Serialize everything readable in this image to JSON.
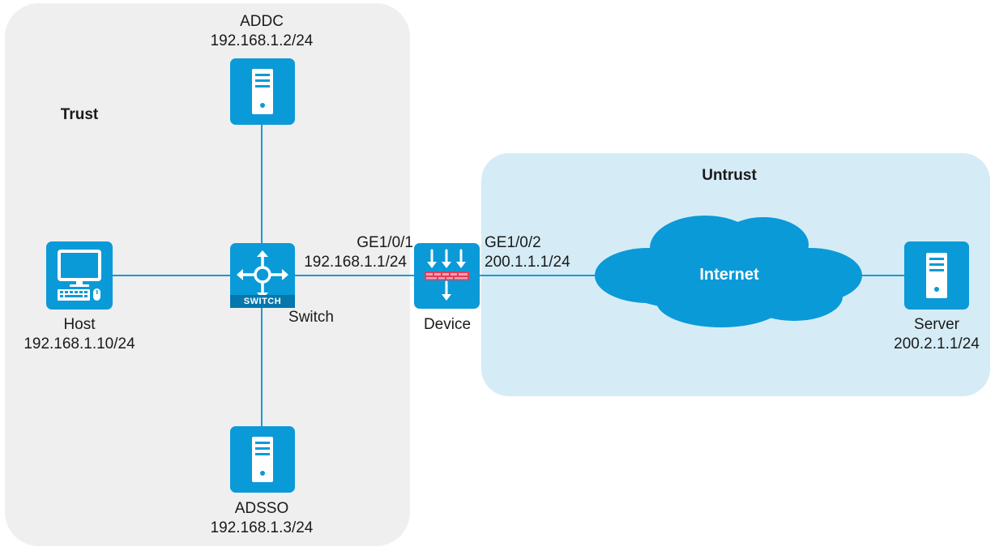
{
  "zones": {
    "trust": {
      "label": "Trust",
      "color": "#efefef"
    },
    "untrust": {
      "label": "Untrust",
      "color": "#d5ecf6"
    }
  },
  "nodes": {
    "addc": {
      "name": "ADDC",
      "ip": "192.168.1.2/24",
      "icon": "server-icon"
    },
    "host": {
      "name": "Host",
      "ip": "192.168.1.10/24",
      "icon": "computer-icon"
    },
    "switch": {
      "name": "Switch",
      "badge": "SWITCH",
      "icon": "switch-icon"
    },
    "adsso": {
      "name": "ADSSO",
      "ip": "192.168.1.3/24",
      "icon": "server-icon"
    },
    "device": {
      "name": "Device",
      "icon": "firewall-icon"
    },
    "internet": {
      "name": "Internet",
      "icon": "cloud-icon"
    },
    "server": {
      "name": "Server",
      "ip": "200.2.1.1/24",
      "icon": "server-icon"
    }
  },
  "interfaces": {
    "ge1": {
      "name": "GE1/0/1",
      "ip": "192.168.1.1/24"
    },
    "ge2": {
      "name": "GE1/0/2",
      "ip": "200.1.1.1/24"
    }
  },
  "colors": {
    "accent": "#0a9ad8",
    "link": "#1a9ad6",
    "firewall_band": "#e23b5a"
  }
}
